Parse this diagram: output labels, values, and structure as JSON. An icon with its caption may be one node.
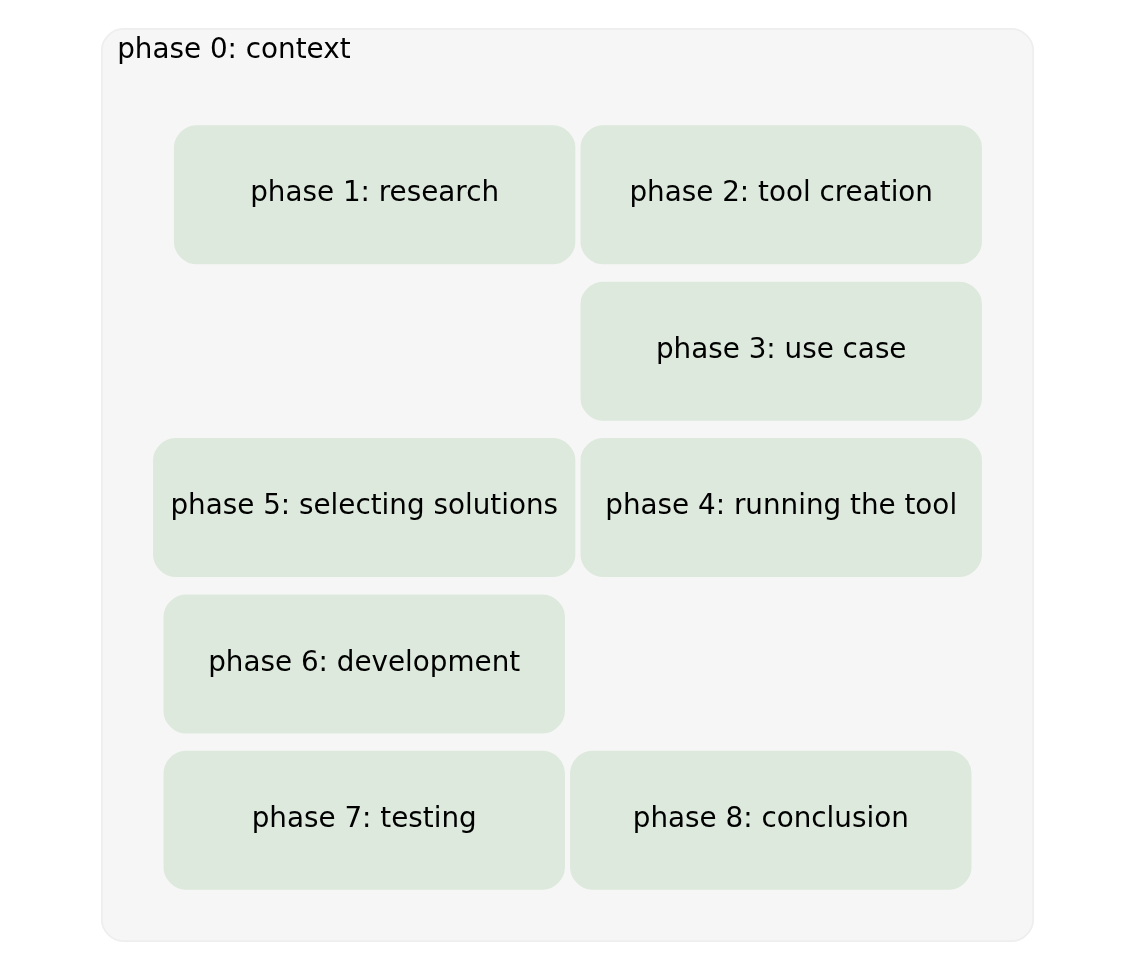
{
  "diagram": {
    "nodes": [
      {
        "text": [
          "phase 0: context"
        ]
      },
      {
        "text": [
          "phase 1: research"
        ],
        "in": 0
      },
      {
        "text": [
          "phase 2: tool creation"
        ],
        "in": 0
      },
      {
        "text": [
          "phase 3: use case"
        ],
        "in": 0
      },
      {
        "text": [
          "phase 4: running the tool"
        ],
        "in": 0
      },
      {
        "text": [
          "phase 5: selecting solutions"
        ],
        "in": 0
      },
      {
        "text": [
          "phase 6: development"
        ],
        "in": 0
      },
      {
        "text": [
          "phase 7: testing"
        ],
        "in": 0
      },
      {
        "text": [
          "phase 8: conclusion"
        ],
        "in": 0
      }
    ]
  }
}
